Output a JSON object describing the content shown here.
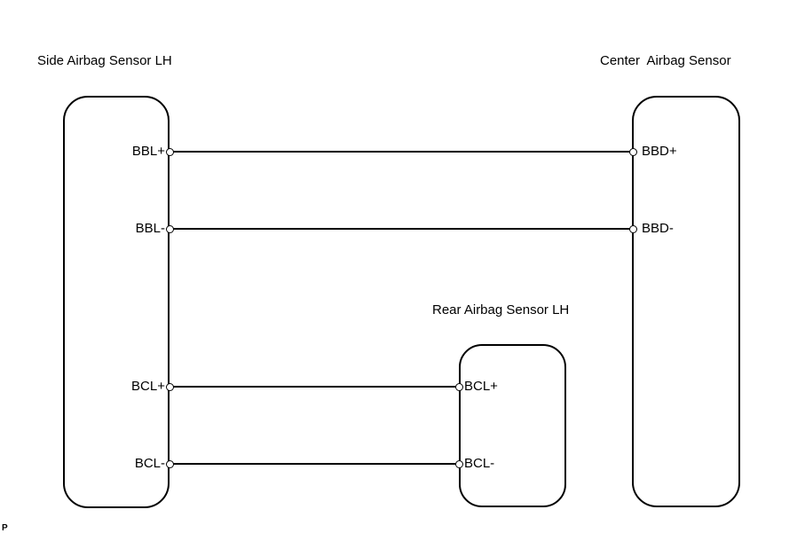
{
  "diagram": {
    "type": "wiring-diagram",
    "background_color": "#ffffff",
    "line_color": "#000000",
    "corner_mark": "P",
    "components": [
      {
        "id": "side-airbag-sensor-lh",
        "label": "Side Airbag Sensor LH",
        "terminals": [
          "BBL+",
          "BBL-",
          "BCL+",
          "BCL-"
        ]
      },
      {
        "id": "center-airbag-sensor",
        "label": "Center  Airbag Sensor",
        "terminals": [
          "BBD+",
          "BBD-"
        ]
      },
      {
        "id": "rear-airbag-sensor-lh",
        "label": "Rear Airbag Sensor LH",
        "terminals": [
          "BCL+",
          "BCL-"
        ]
      }
    ],
    "connections": [
      {
        "from": "side-airbag-sensor-lh.BBL+",
        "to": "center-airbag-sensor.BBD+"
      },
      {
        "from": "side-airbag-sensor-lh.BBL-",
        "to": "center-airbag-sensor.BBD-"
      },
      {
        "from": "side-airbag-sensor-lh.BCL+",
        "to": "rear-airbag-sensor-lh.BCL+"
      },
      {
        "from": "side-airbag-sensor-lh.BCL-",
        "to": "rear-airbag-sensor-lh.BCL-"
      }
    ]
  }
}
